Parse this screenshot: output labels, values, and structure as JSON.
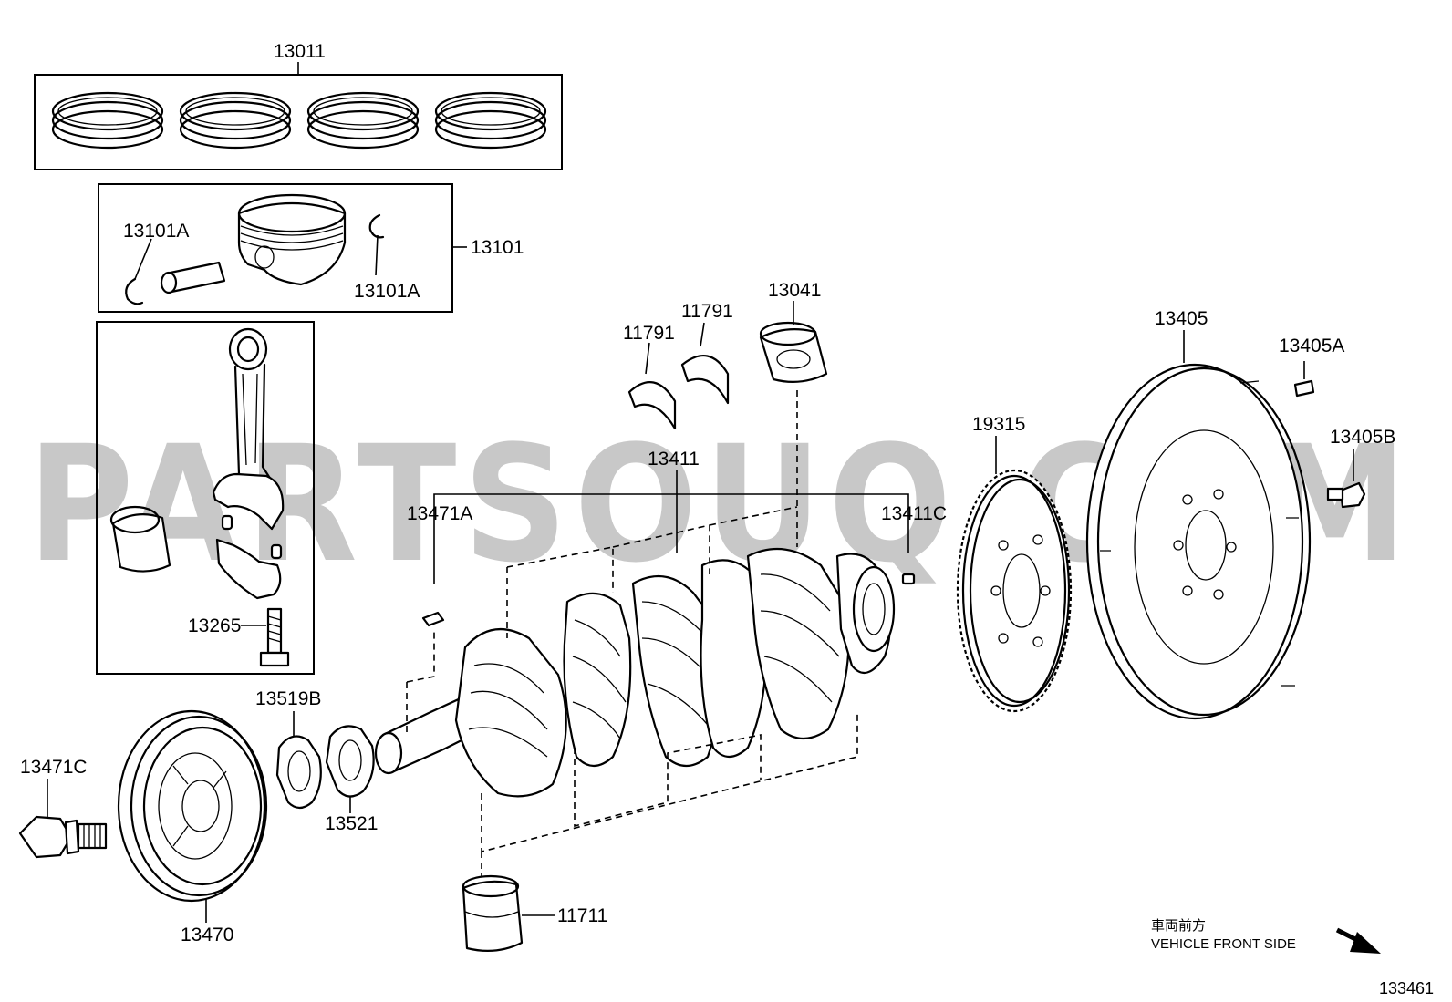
{
  "watermark": "PARTSOUQ.COM",
  "labels": {
    "p13011": "13011",
    "p13101": "13101",
    "p13101A_top": "13101A",
    "p13101A_bottom": "13101A",
    "p13265": "13265",
    "p11791_a": "11791",
    "p11791_b": "11791",
    "p13041": "13041",
    "p13405": "13405",
    "p13405A": "13405A",
    "p13405B": "13405B",
    "p19315": "19315",
    "p13411": "13411",
    "p13471A": "13471A",
    "p13411C": "13411C",
    "p13519B": "13519B",
    "p13471C": "13471C",
    "p13521": "13521",
    "p13470": "13470",
    "p11711": "11711"
  },
  "direction": {
    "jp": "車両前方",
    "en": "VEHICLE FRONT SIDE"
  },
  "diagram_id": "133461"
}
